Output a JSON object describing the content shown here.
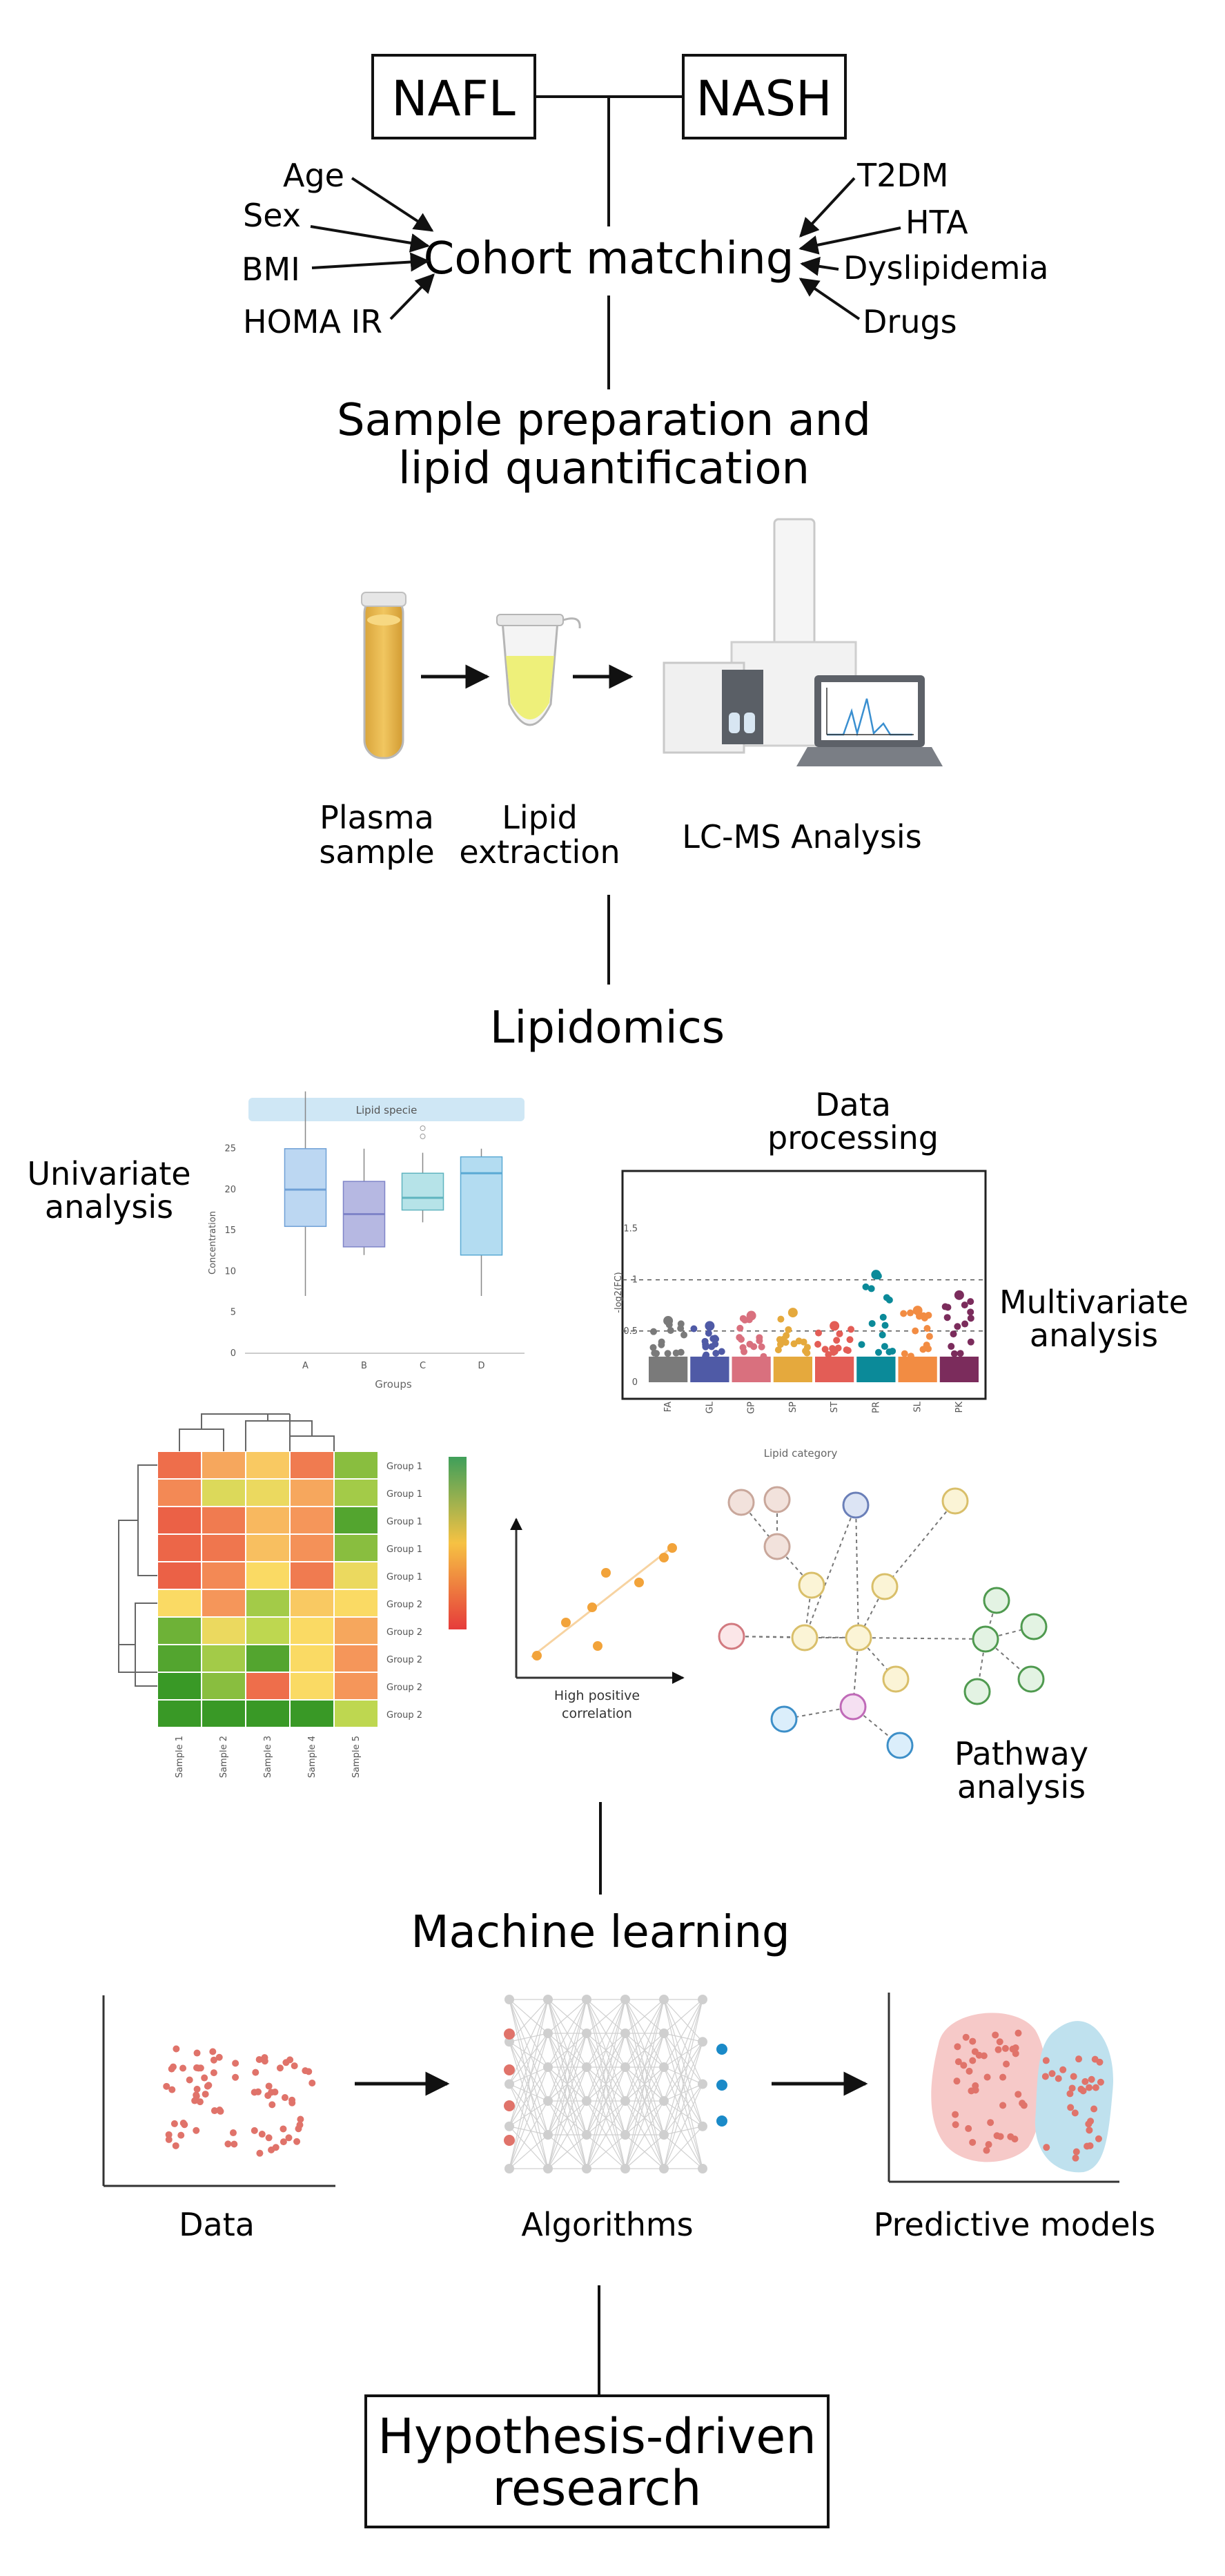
{
  "colors": {
    "ink": "#111111",
    "salmon": "#e0736a",
    "teal": "#0a7f93",
    "orange": "#f2a33a",
    "pink_blob": "#f6c9c8",
    "blue_blob": "#bfe1ee",
    "blue_dot": "#1a8ac8"
  },
  "cohort": {
    "groups": [
      "NAFL",
      "NASH"
    ],
    "center_label": "Cohort matching",
    "left_factors": [
      "Age",
      "Sex",
      "BMI",
      "HOMA IR"
    ],
    "right_factors": [
      "T2DM",
      "HTA",
      "Dyslipidemia",
      "Drugs"
    ]
  },
  "sample_prep": {
    "title_line1": "Sample preparation and",
    "title_line2": "lipid quantification",
    "steps": [
      {
        "line1": "Plasma",
        "line2": "sample",
        "icon": "blood-tube-icon"
      },
      {
        "line1": "Lipid",
        "line2": "extraction",
        "icon": "eppendorf-tube-icon"
      },
      {
        "line1": "LC-MS Analysis",
        "line2": "",
        "icon": "lc-ms-instrument-icon"
      }
    ]
  },
  "lipidomics": {
    "title": "Lipidomics",
    "univariate_line1": "Univariate",
    "univariate_line2": "analysis",
    "data_processing_line1": "Data",
    "data_processing_line2": "processing",
    "multivariate_line1": "Multivariate",
    "multivariate_line2": "analysis",
    "pathway_line1": "Pathway",
    "pathway_line2": "analysis",
    "correlation_line1": "High positive",
    "correlation_line2": "correlation"
  },
  "chart_data": [
    {
      "type": "box",
      "title": "Lipid specie",
      "xlabel": "Groups",
      "ylabel": "Concentration",
      "categories": [
        "A",
        "B",
        "C",
        "D"
      ],
      "yticks": [
        0,
        5,
        10,
        15,
        20,
        25
      ],
      "ylim": [
        0,
        27
      ],
      "boxes": [
        {
          "min": 7,
          "q1": 15.5,
          "median": 20,
          "q3": 25,
          "max": 32,
          "outliers": []
        },
        {
          "min": 12,
          "q1": 13,
          "median": 17,
          "q3": 21,
          "max": 25,
          "outliers": []
        },
        {
          "min": 16,
          "q1": 17.5,
          "median": 19,
          "q3": 22,
          "max": 24.5,
          "outliers": [
            26.5,
            27.5
          ]
        },
        {
          "min": 7,
          "q1": 12,
          "median": 22,
          "q3": 24,
          "max": 25,
          "outliers": []
        }
      ]
    },
    {
      "type": "scatter",
      "ylabel": "-log2(FC)",
      "xlabel": "Lipid category",
      "categories": [
        "FA",
        "GL",
        "GP",
        "SP",
        "ST",
        "PR",
        "SL",
        "PK"
      ],
      "yticks": [
        0,
        0.5,
        1,
        1.5
      ],
      "ylim": [
        0,
        1.9
      ],
      "thresholds": [
        0.5,
        1
      ],
      "series_colors": [
        "#7a7a7a",
        "#4f5aa6",
        "#d9707e",
        "#e5a93d",
        "#e35d56",
        "#0b8a99",
        "#f28c43",
        "#7b2c5c"
      ],
      "max_values": [
        0.6,
        0.55,
        0.65,
        0.68,
        0.55,
        1.05,
        0.7,
        0.85
      ]
    },
    {
      "type": "heatmap",
      "columns": [
        "Sample 1",
        "Sample 2",
        "Sample 3",
        "Sample 4",
        "Sample 5"
      ],
      "rows": [
        "Group 1",
        "Group 1",
        "Group 1",
        "Group 1",
        "Group 1",
        "Group 2",
        "Group 2",
        "Group 2",
        "Group 2",
        "Group 2"
      ],
      "values": [
        [
          0.15,
          0.35,
          0.45,
          0.2,
          0.8
        ],
        [
          0.25,
          0.6,
          0.55,
          0.35,
          0.75
        ],
        [
          0.1,
          0.2,
          0.4,
          0.3,
          0.9
        ],
        [
          0.12,
          0.18,
          0.42,
          0.28,
          0.8
        ],
        [
          0.1,
          0.25,
          0.5,
          0.2,
          0.55
        ],
        [
          0.5,
          0.3,
          0.75,
          0.45,
          0.5
        ],
        [
          0.85,
          0.55,
          0.7,
          0.5,
          0.35
        ],
        [
          0.9,
          0.75,
          0.9,
          0.5,
          0.3
        ],
        [
          0.95,
          0.8,
          0.15,
          0.5,
          0.3
        ],
        [
          0.95,
          0.95,
          0.95,
          0.95,
          0.7
        ]
      ]
    }
  ],
  "machine_learning": {
    "title": "Machine learning",
    "data_label": "Data",
    "algorithms_label": "Algorithms",
    "models_label": "Predictive models"
  },
  "conclusion": {
    "label_line1": "Hypothesis-driven",
    "label_line2": "research"
  }
}
